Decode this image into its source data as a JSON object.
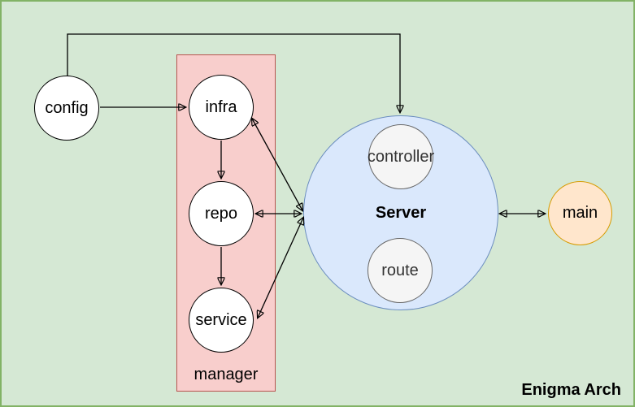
{
  "diagram": {
    "title": "Enigma Arch",
    "groups": {
      "manager": {
        "label": "manager"
      },
      "server": {
        "label": "Server"
      }
    },
    "nodes": {
      "config": {
        "label": "config"
      },
      "infra": {
        "label": "infra"
      },
      "repo": {
        "label": "repo"
      },
      "service": {
        "label": "service"
      },
      "controller": {
        "label": "controller"
      },
      "route": {
        "label": "route"
      },
      "main": {
        "label": "main"
      }
    },
    "edges": [
      {
        "from": "config",
        "to": "Server",
        "direction": "one-way",
        "route": "orthogonal-top"
      },
      {
        "from": "config",
        "to": "infra",
        "direction": "one-way"
      },
      {
        "from": "infra",
        "to": "repo",
        "direction": "one-way"
      },
      {
        "from": "repo",
        "to": "service",
        "direction": "one-way"
      },
      {
        "from": "repo",
        "to": "Server",
        "direction": "two-way"
      },
      {
        "from": "infra",
        "to": "Server",
        "direction": "two-way"
      },
      {
        "from": "Server",
        "to": "service",
        "direction": "two-way"
      },
      {
        "from": "Server",
        "to": "main",
        "direction": "two-way"
      }
    ],
    "colors": {
      "canvas_fill": "#d5e8d4",
      "canvas_border": "#82b366",
      "manager_fill": "#f8cecc",
      "manager_border": "#b85450",
      "server_fill": "#dae8fc",
      "server_border": "#6c8ebf",
      "main_fill": "#ffe6cc",
      "main_border": "#d79b00",
      "inner_node_fill": "#f5f5f5",
      "inner_node_border": "#666666",
      "node_fill": "#ffffff",
      "node_border": "#000000",
      "edge": "#000000"
    }
  }
}
